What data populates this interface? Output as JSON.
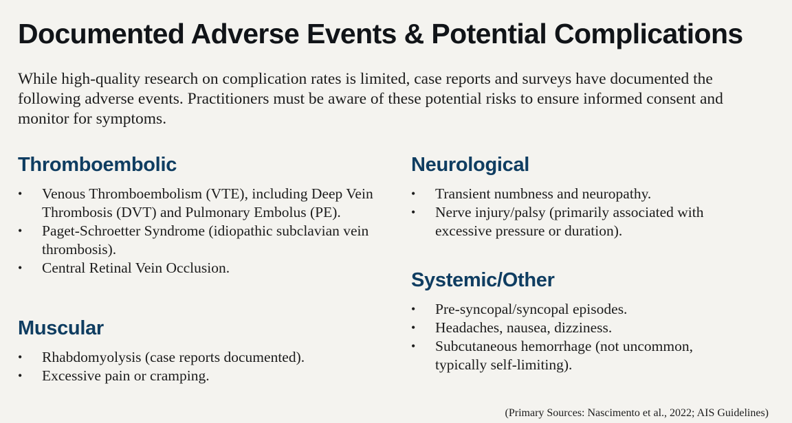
{
  "title": "Documented Adverse Events & Potential Complications",
  "intro": "While high-quality research on complication rates is limited, case reports and surveys have documented the following adverse events. Practitioners must be aware of these potential risks to ensure informed consent and monitor for symptoms.",
  "colors": {
    "background": "#f4f3ef",
    "heading": "#0f3d61",
    "text": "#1c1c1c"
  },
  "sections": {
    "thromboembolic": {
      "heading": "Thromboembolic",
      "items": [
        "Venous Thromboembolism (VTE), including Deep Vein Thrombosis (DVT) and Pulmonary Embolus (PE).",
        "Paget-Schroetter Syndrome (idiopathic subclavian vein thrombosis).",
        "Central Retinal Vein Occlusion."
      ]
    },
    "muscular": {
      "heading": "Muscular",
      "items": [
        "Rhabdomyolysis (case reports documented).",
        "Excessive pain or cramping."
      ]
    },
    "neurological": {
      "heading": "Neurological",
      "items": [
        "Transient numbness and neuropathy.",
        "Nerve injury/palsy (primarily associated with excessive pressure or duration)."
      ]
    },
    "systemic": {
      "heading": "Systemic/Other",
      "items": [
        "Pre-syncopal/syncopal episodes.",
        "Headaches, nausea, dizziness.",
        "Subcutaneous hemorrhage (not uncommon, typically self-limiting)."
      ]
    }
  },
  "bullet_glyph": "•",
  "footer": "(Primary Sources: Nascimento et al., 2022; AIS Guidelines)"
}
